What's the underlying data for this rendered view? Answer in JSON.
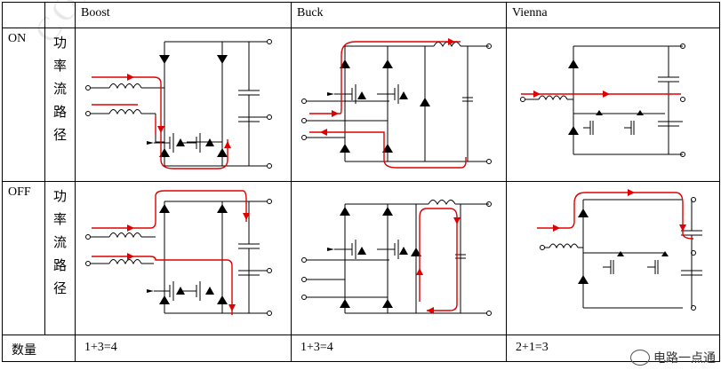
{
  "headers": [
    "Boost",
    "Buck",
    "Vienna"
  ],
  "rows": [
    {
      "label": "ON",
      "chars": [
        "功",
        "率",
        "流",
        "路",
        "径"
      ]
    },
    {
      "label": "OFF",
      "chars": [
        "功",
        "率",
        "流",
        "路",
        "径"
      ]
    }
  ],
  "count_label": "数量",
  "counts": [
    "1+3=4",
    "1+3=4",
    "2+1=3"
  ],
  "watermark_text": "CONFIDENTIAL",
  "watermark_brand": "电路一点通",
  "colors": {
    "path": "#e00000",
    "line": "#000000"
  }
}
